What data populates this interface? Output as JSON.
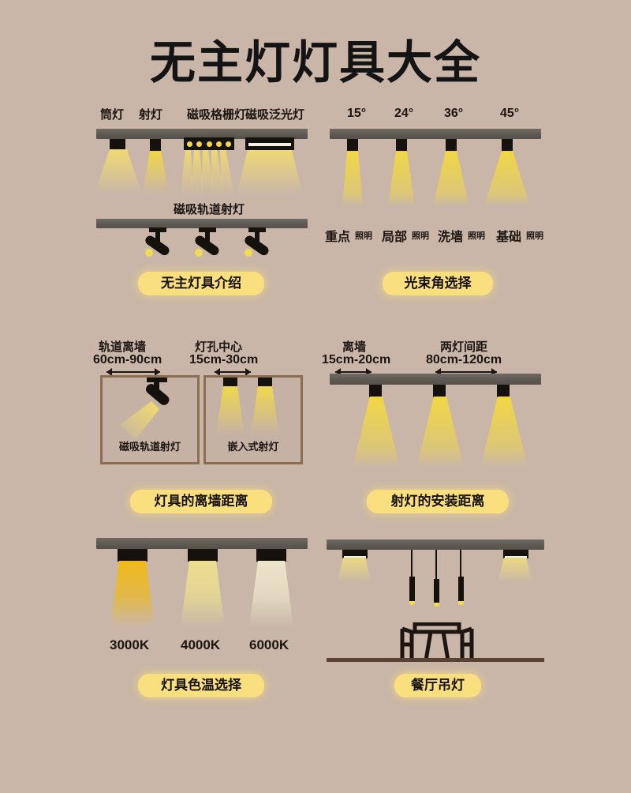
{
  "title": "无主灯灯具大全",
  "background_color": "#c9b6a8",
  "accent_color": "#fadf7e",
  "sections": {
    "fixtures": {
      "badge": "无主灯具介绍",
      "labels": [
        "筒灯",
        "射灯",
        "磁吸格栅灯",
        "磁吸泛光灯"
      ],
      "track_label": "磁吸轨道射灯"
    },
    "beam_angle": {
      "badge": "光束角选择",
      "angles": [
        "15°",
        "24°",
        "36°",
        "45°"
      ],
      "uses": [
        {
          "main": "重点",
          "sub": "照明"
        },
        {
          "main": "局部",
          "sub": "照明"
        },
        {
          "main": "洗墙",
          "sub": "照明"
        },
        {
          "main": "基础",
          "sub": "照明"
        }
      ]
    },
    "wall_distance": {
      "badge": "灯具的离墙距离",
      "dim_left_title": "轨道离墙",
      "dim_left_value": "60cm-90cm",
      "dim_right_title": "灯孔中心",
      "dim_right_value": "15cm-30cm",
      "box_left_label": "磁吸轨道射灯",
      "box_right_label": "嵌入式射灯"
    },
    "spot_spacing": {
      "badge": "射灯的安装距离",
      "dim_left_title": "离墙",
      "dim_left_value": "15cm-20cm",
      "dim_right_title": "两灯间距",
      "dim_right_value": "80cm-120cm"
    },
    "color_temp": {
      "badge": "灯具色温选择",
      "temps": [
        "3000K",
        "4000K",
        "6000K"
      ],
      "colors": [
        "#f0b91a",
        "#ecdf8f",
        "#ece6ca"
      ]
    },
    "dining": {
      "badge": "餐厅吊灯"
    }
  }
}
